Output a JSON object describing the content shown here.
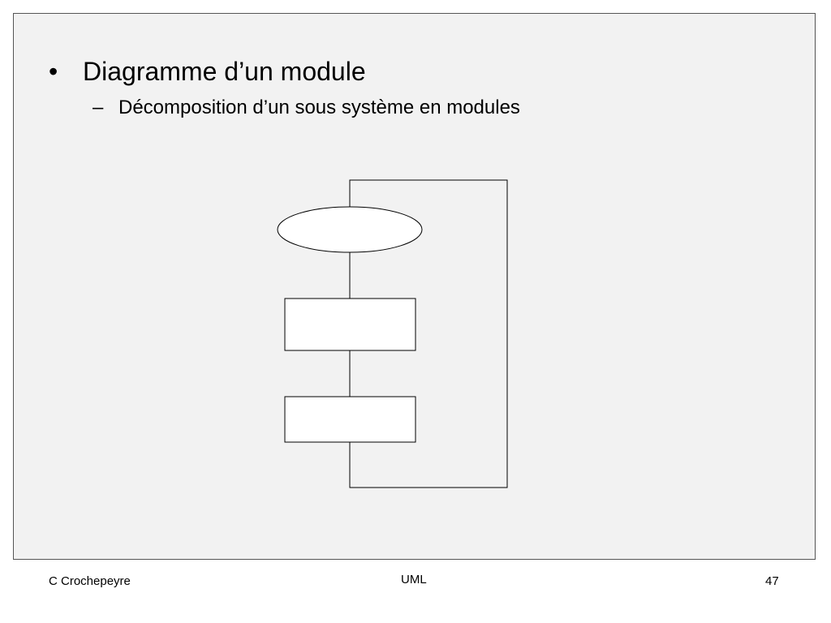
{
  "slide": {
    "bullet": {
      "marker": "•",
      "text": "Diagramme d’un module"
    },
    "sub_bullet": {
      "marker": "–",
      "text": "Décomposition d’un sous système en modules"
    }
  },
  "diagram": {
    "nodes": [
      {
        "id": "module-ellipse",
        "shape": "ellipse",
        "label": ""
      },
      {
        "id": "module-box-1",
        "shape": "rectangle",
        "label": ""
      },
      {
        "id": "module-box-2",
        "shape": "rectangle",
        "label": ""
      }
    ],
    "line_color": "#000000",
    "fill_color": "#ffffff"
  },
  "footer": {
    "author": "C Crochepeyre",
    "title": "UML",
    "page": "47"
  },
  "colors": {
    "frame_background": "#f2f2f2",
    "frame_border": "#555555"
  }
}
